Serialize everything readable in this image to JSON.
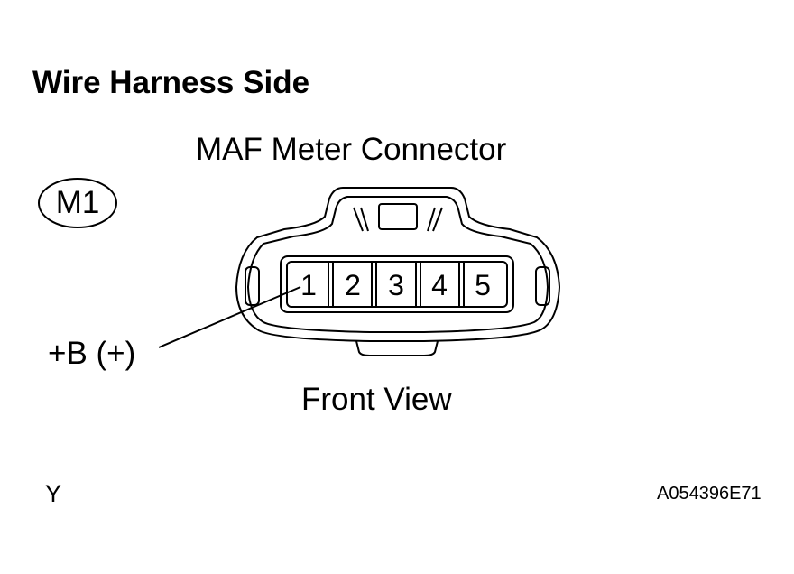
{
  "heading": "Wire Harness Side",
  "connector_title": "MAF Meter Connector",
  "connector_code": "M1",
  "pins": [
    "1",
    "2",
    "3",
    "4",
    "5"
  ],
  "pin_label": "+B (+)",
  "view_label": "Front View",
  "corner_letter": "Y",
  "figure_id": "A054396E71"
}
